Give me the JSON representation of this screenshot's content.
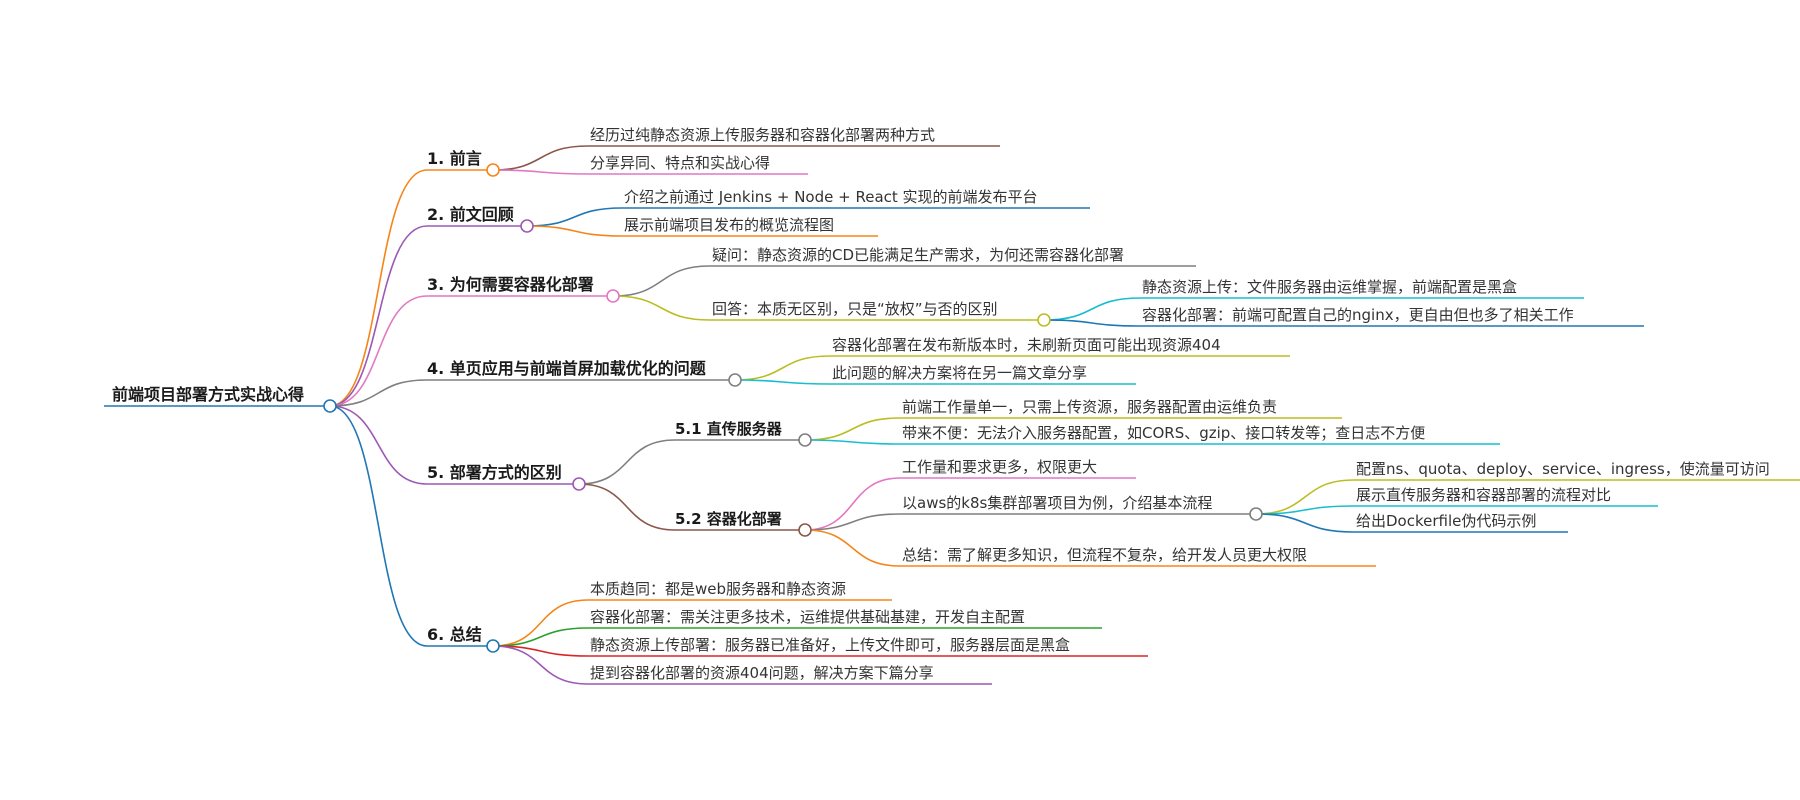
{
  "colors": {
    "orange": "#f58518",
    "purple": "#9b59b6",
    "pink": "#e377c2",
    "gray": "#7f7f7f",
    "blue": "#1f77b4",
    "brown": "#8c564b",
    "olive": "#bcbd22",
    "cyan": "#17becf",
    "green": "#2ca02c",
    "red": "#d62728"
  },
  "nodes": [
    {
      "id": "root",
      "text": "前端项目部署方式实战心得",
      "parent": null,
      "level": 0
    },
    {
      "id": "n1",
      "text": "1. 前言",
      "parent": "root",
      "level": 1,
      "color": "#f58518"
    },
    {
      "id": "n1a",
      "text": "经历过纯静态资源上传服务器和容器化部署两种方式",
      "parent": "n1",
      "level": 3,
      "color": "#8c564b"
    },
    {
      "id": "n1b",
      "text": "分享异同、特点和实战心得",
      "parent": "n1",
      "level": 3,
      "color": "#e377c2"
    },
    {
      "id": "n2",
      "text": "2. 前文回顾",
      "parent": "root",
      "level": 1,
      "color": "#9b59b6"
    },
    {
      "id": "n2a",
      "text": "介绍之前通过 Jenkins + Node + React 实现的前端发布平台",
      "parent": "n2",
      "level": 3,
      "color": "#1f77b4"
    },
    {
      "id": "n2b",
      "text": "展示前端项目发布的概览流程图",
      "parent": "n2",
      "level": 3,
      "color": "#f58518"
    },
    {
      "id": "n3",
      "text": "3. 为何需要容器化部署",
      "parent": "root",
      "level": 1,
      "color": "#e377c2"
    },
    {
      "id": "n3a",
      "text": "疑问：静态资源的CD已能满足生产需求，为何还需容器化部署",
      "parent": "n3",
      "level": 3,
      "color": "#7f7f7f"
    },
    {
      "id": "n3b",
      "text": "回答：本质无区别，只是“放权”与否的区别",
      "parent": "n3",
      "level": 3,
      "color": "#bcbd22"
    },
    {
      "id": "n3b1",
      "text": "静态资源上传：文件服务器由运维掌握，前端配置是黑盒",
      "parent": "n3b",
      "level": 3,
      "color": "#17becf"
    },
    {
      "id": "n3b2",
      "text": "容器化部署：前端可配置自己的nginx，更自由但也多了相关工作",
      "parent": "n3b",
      "level": 3,
      "color": "#1f77b4"
    },
    {
      "id": "n4",
      "text": "4. 单页应用与前端首屏加载优化的问题",
      "parent": "root",
      "level": 1,
      "color": "#7f7f7f"
    },
    {
      "id": "n4a",
      "text": "容器化部署在发布新版本时，未刷新页面可能出现资源404",
      "parent": "n4",
      "level": 3,
      "color": "#bcbd22"
    },
    {
      "id": "n4b",
      "text": "此问题的解决方案将在另一篇文章分享",
      "parent": "n4",
      "level": 3,
      "color": "#17becf"
    },
    {
      "id": "n5",
      "text": "5. 部署方式的区别",
      "parent": "root",
      "level": 1,
      "color": "#9b59b6"
    },
    {
      "id": "n51",
      "text": "5.1 直传服务器",
      "parent": "n5",
      "level": 2,
      "color": "#7f7f7f"
    },
    {
      "id": "n51a",
      "text": "前端工作量单一，只需上传资源，服务器配置由运维负责",
      "parent": "n51",
      "level": 3,
      "color": "#bcbd22"
    },
    {
      "id": "n51b",
      "text": "带来不便：无法介入服务器配置，如CORS、gzip、接口转发等；查日志不方便",
      "parent": "n51",
      "level": 3,
      "color": "#17becf"
    },
    {
      "id": "n52",
      "text": "5.2 容器化部署",
      "parent": "n5",
      "level": 2,
      "color": "#8c564b"
    },
    {
      "id": "n52a",
      "text": "工作量和要求更多，权限更大",
      "parent": "n52",
      "level": 3,
      "color": "#e377c2"
    },
    {
      "id": "n52b",
      "text": "以aws的k8s集群部署项目为例，介绍基本流程",
      "parent": "n52",
      "level": 3,
      "color": "#7f7f7f"
    },
    {
      "id": "n52b1",
      "text": "配置ns、quota、deploy、service、ingress，使流量可访问",
      "parent": "n52b",
      "level": 3,
      "color": "#bcbd22"
    },
    {
      "id": "n52b2",
      "text": "展示直传服务器和容器部署的流程对比",
      "parent": "n52b",
      "level": 3,
      "color": "#17becf"
    },
    {
      "id": "n52b3",
      "text": "给出Dockerfile伪代码示例",
      "parent": "n52b",
      "level": 3,
      "color": "#1f77b4"
    },
    {
      "id": "n52c",
      "text": "总结：需了解更多知识，但流程不复杂，给开发人员更大权限",
      "parent": "n52",
      "level": 3,
      "color": "#f58518"
    },
    {
      "id": "n6",
      "text": "6. 总结",
      "parent": "root",
      "level": 1,
      "color": "#1f77b4"
    },
    {
      "id": "n6a",
      "text": "本质趋同：都是web服务器和静态资源",
      "parent": "n6",
      "level": 3,
      "color": "#f58518"
    },
    {
      "id": "n6b",
      "text": "容器化部署：需关注更多技术，运维提供基础基建，开发自主配置",
      "parent": "n6",
      "level": 3,
      "color": "#2ca02c"
    },
    {
      "id": "n6c",
      "text": "静态资源上传部署：服务器已准备好，上传文件即可，服务器层面是黑盒",
      "parent": "n6",
      "level": 3,
      "color": "#d62728"
    },
    {
      "id": "n6d",
      "text": "提到容器化部署的资源404问题，解决方案下篇分享",
      "parent": "n6",
      "level": 3,
      "color": "#9b59b6"
    }
  ]
}
